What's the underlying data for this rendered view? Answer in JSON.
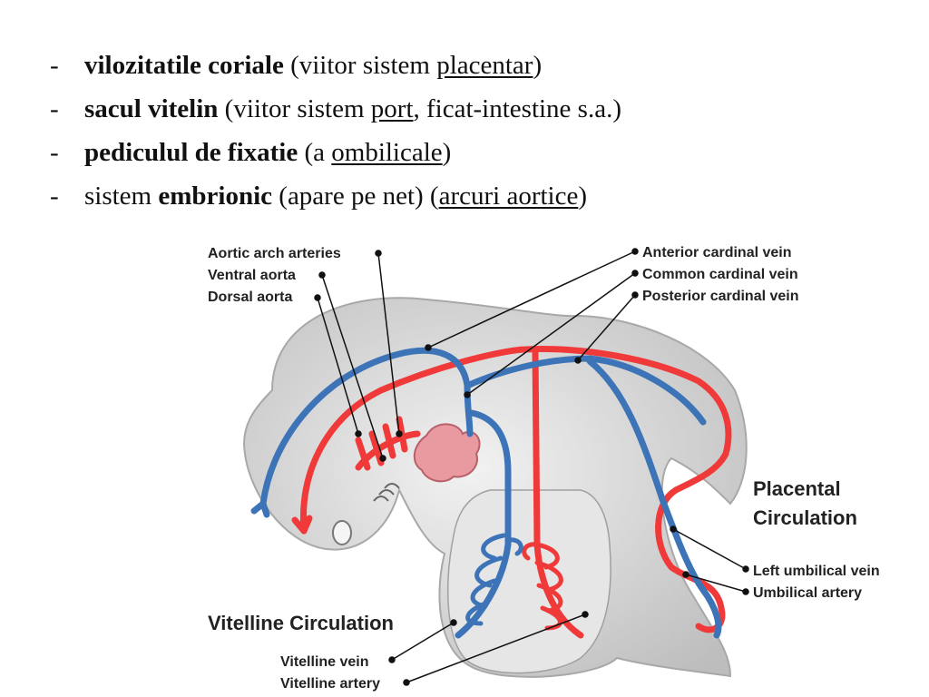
{
  "bullets": [
    {
      "dash": "-",
      "parts": [
        {
          "t": "vilozitatile coriale",
          "s": "bold"
        },
        {
          "t": " (viitor sistem ",
          "s": ""
        },
        {
          "t": "placentar",
          "s": "ul"
        },
        {
          "t": ")",
          "s": ""
        }
      ]
    },
    {
      "dash": "-",
      "parts": [
        {
          "t": "sacul vitelin",
          "s": "bold"
        },
        {
          "t": " (viitor sistem ",
          "s": ""
        },
        {
          "t": "port",
          "s": "ul"
        },
        {
          "t": ", ficat-intestine s.a.)",
          "s": ""
        }
      ]
    },
    {
      "dash": "-",
      "parts": [
        {
          "t": "pediculul de fixatie",
          "s": "bold"
        },
        {
          "t": " (a ",
          "s": ""
        },
        {
          "t": "ombilicale",
          "s": "ul"
        },
        {
          "t": ")",
          "s": ""
        }
      ]
    },
    {
      "dash": "-",
      "parts": [
        {
          "t": "sistem ",
          "s": ""
        },
        {
          "t": "embrionic",
          "s": "bold"
        },
        {
          "t": " (apare pe net) (",
          "s": ""
        },
        {
          "t": "arcuri aortice",
          "s": "ul"
        },
        {
          "t": ")",
          "s": ""
        }
      ]
    }
  ],
  "labels": {
    "aortic_arch_arteries": "Aortic arch arteries",
    "ventral_aorta": "Ventral aorta",
    "dorsal_aorta": "Dorsal aorta",
    "anterior_cardinal_vein": "Anterior cardinal vein",
    "common_cardinal_vein": "Common cardinal vein",
    "posterior_cardinal_vein": "Posterior cardinal vein",
    "placental_line1": "Placental",
    "placental_line2": "Circulation",
    "left_umbilical_vein": "Left umbilical vein",
    "umbilical_artery": "Umbilical artery",
    "vitelline_circulation": "Vitelline Circulation",
    "vitelline_vein": "Vitelline vein",
    "vitelline_artery": "Vitelline artery"
  },
  "colors": {
    "artery": "#f03a3a",
    "vein": "#3d74b8",
    "heart": "#e99aa0",
    "body": "#d9d9d9"
  }
}
